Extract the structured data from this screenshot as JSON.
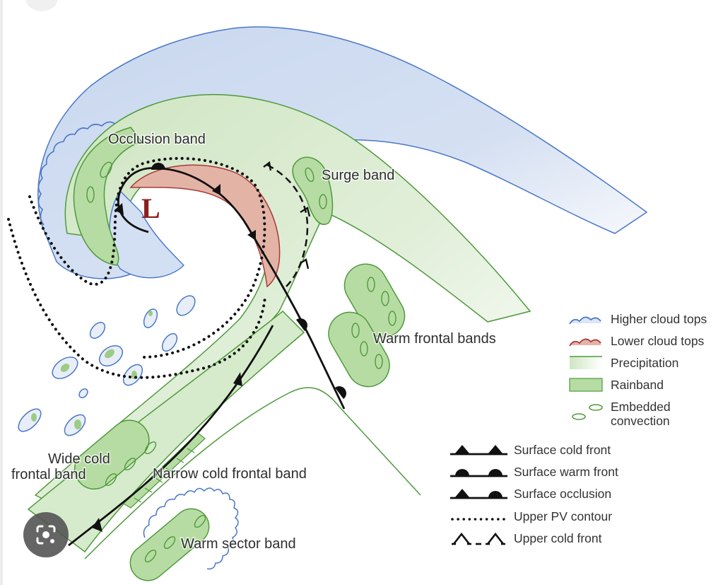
{
  "labels": {
    "low": "L",
    "occlusion_band": "Occlusion band",
    "surge_band": "Surge band",
    "warm_frontal_bands": "Warm frontal bands",
    "wide_cold_frontal_band": [
      "Wide cold",
      "frontal band"
    ],
    "narrow_cold_frontal_band": "Narrow cold frontal band",
    "warm_sector_band": "Warm sector band"
  },
  "legend_areas": [
    {
      "icon": "higher-cloud-tops-icon",
      "label": "Higher cloud tops",
      "color": "#4a78c8"
    },
    {
      "icon": "lower-cloud-tops-icon",
      "label": "Lower cloud tops",
      "color": "#b23a3a"
    },
    {
      "icon": "precipitation-icon",
      "label": "Precipitation",
      "color": "#cfe6c4"
    },
    {
      "icon": "rainband-icon",
      "label": "Rainband",
      "color": "#a9d394"
    },
    {
      "icon": "embedded-convection-icon",
      "label": [
        "Embedded",
        "convection"
      ],
      "color": "#4f9a3e"
    }
  ],
  "legend_fronts": [
    {
      "icon": "surface-cold-front-icon",
      "label": "Surface cold front"
    },
    {
      "icon": "surface-warm-front-icon",
      "label": "Surface warm front"
    },
    {
      "icon": "surface-occlusion-icon",
      "label": "Surface occlusion"
    },
    {
      "icon": "upper-pv-contour-icon",
      "label": "Upper PV contour"
    },
    {
      "icon": "upper-cold-front-icon",
      "label": "Upper cold front"
    }
  ],
  "colors": {
    "cloud_fill": "#d3dff2",
    "cloud_edge": "#4a78c8",
    "precip_fill": "#dcecd3",
    "precip_edge": "#4e9a3c",
    "rainband_fill": "#b6dca3",
    "lower_cloud_fill": "#e3b4a6",
    "lower_cloud_edge": "#a83a3a",
    "front": "#111111",
    "low_letter": "#8b1f1f"
  },
  "overlay": {
    "lens_button": "visual-search-icon"
  }
}
